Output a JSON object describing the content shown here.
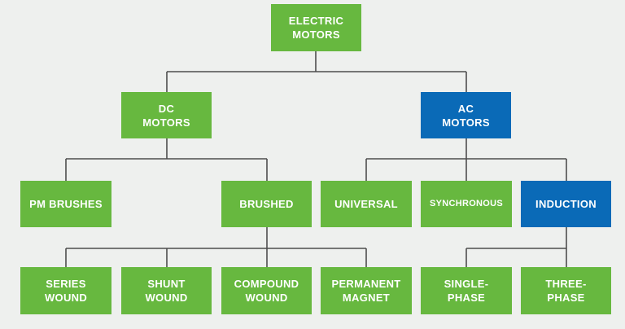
{
  "colors": {
    "background": "#eef0ee",
    "green": "#67b83f",
    "blue": "#0a6ab7",
    "connector": "#4d4d4d"
  },
  "nodes": {
    "electric_motors": {
      "label": "ELECTRIC\nMOTORS",
      "color": "green"
    },
    "dc_motors": {
      "label": "DC\nMOTORS",
      "color": "green"
    },
    "ac_motors": {
      "label": "AC\nMOTORS",
      "color": "blue"
    },
    "pm_brushes": {
      "label": "PM BRUSHES",
      "color": "green"
    },
    "brushed": {
      "label": "BRUSHED",
      "color": "green"
    },
    "universal": {
      "label": "UNIVERSAL",
      "color": "green"
    },
    "synchronous": {
      "label": "SYNCHRONOUS",
      "color": "green"
    },
    "induction": {
      "label": "INDUCTION",
      "color": "blue"
    },
    "series_wound": {
      "label": "SERIES\nWOUND",
      "color": "green"
    },
    "shunt_wound": {
      "label": "SHUNT\nWOUND",
      "color": "green"
    },
    "compound_wound": {
      "label": "COMPOUND\nWOUND",
      "color": "green"
    },
    "permanent_magnet": {
      "label": "PERMANENT\nMAGNET",
      "color": "green"
    },
    "single_phase": {
      "label": "SINGLE-\nPHASE",
      "color": "green"
    },
    "three_phase": {
      "label": "THREE-\nPHASE",
      "color": "green"
    }
  }
}
